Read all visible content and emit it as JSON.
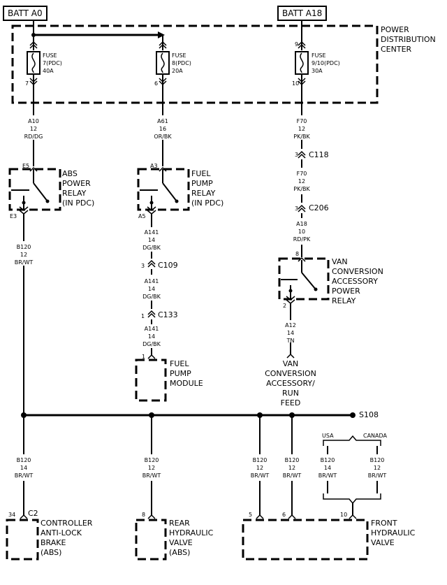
{
  "batt_a0": "BATT A0",
  "batt_a18": "BATT A18",
  "pdc": "POWER\nDISTRIBUTION\nCENTER",
  "fuse7": "FUSE\n7(PDC)\n40A",
  "fuse8": "FUSE\n8(PDC)\n20A",
  "fuse910": "FUSE\n9/10(PDC)\n30A",
  "pin7": "7",
  "pin6": "6",
  "pin9": "9",
  "pin10": "10",
  "w_a10": "A10\n12\nRD/DG",
  "w_a61": "A61\n16\nOR/BK",
  "w_f70a": "F70\n12\nPK/BK",
  "w_f70b": "F70\n12\nPK/BK",
  "w_a18": "A18\n10\nRD/PK",
  "c118": "C118",
  "c206": "C206",
  "pin3a": "3",
  "pin3b": "3",
  "abs_relay": "ABS\nPOWER\nRELAY\n(IN PDC)",
  "e5": "E5",
  "e3": "E3",
  "fuel_relay": "FUEL\nPUMP\nRELAY\n(IN PDC)",
  "a3": "A3",
  "a5": "A5",
  "van_relay": "VAN\nCONVERSION\nACCESSORY\nPOWER\nRELAY",
  "pin8v": "8",
  "pin2v": "2",
  "w_b120_top": "B120\n12\nBR/WT",
  "w_a141a": "A141\n14\nDG/BK",
  "w_a141b": "A141\n14\nDG/BK",
  "w_a141c": "A141\n14\nDG/BK",
  "c109": "C109",
  "c133": "C133",
  "pin3c": "3",
  "pin1c": "1",
  "pin1m": "1",
  "fuel_module": "FUEL\nPUMP\nMODULE",
  "w_a12": "A12\n14\nTN",
  "van_feed": "VAN\nCONVERSION\nACCESSORY/\nRUN\nFEED",
  "s108": "S108",
  "usa": "USA",
  "canada": "CANADA",
  "w_b120_1": "B120\n14\nBR/WT",
  "w_b120_2": "B120\n12\nBR/WT",
  "w_b120_3": "B120\n12\nBR/WT",
  "w_b120_4": "B120\n12\nBR/WT",
  "w_b120_5": "B120\n14\nBR/WT",
  "w_b120_6": "B120\n12\nBR/WT",
  "pin34": "34",
  "c2": "C2",
  "pin8r": "8",
  "pin5": "5",
  "pin6f": "6",
  "pin10f": "10",
  "cab": "CONTROLLER\nANTI-LOCK\nBRAKE\n(ABS)",
  "rear_valve": "REAR\nHYDRAULIC\nVALVE\n(ABS)",
  "front_valve": "FRONT\nHYDRAULIC\nVALVE"
}
